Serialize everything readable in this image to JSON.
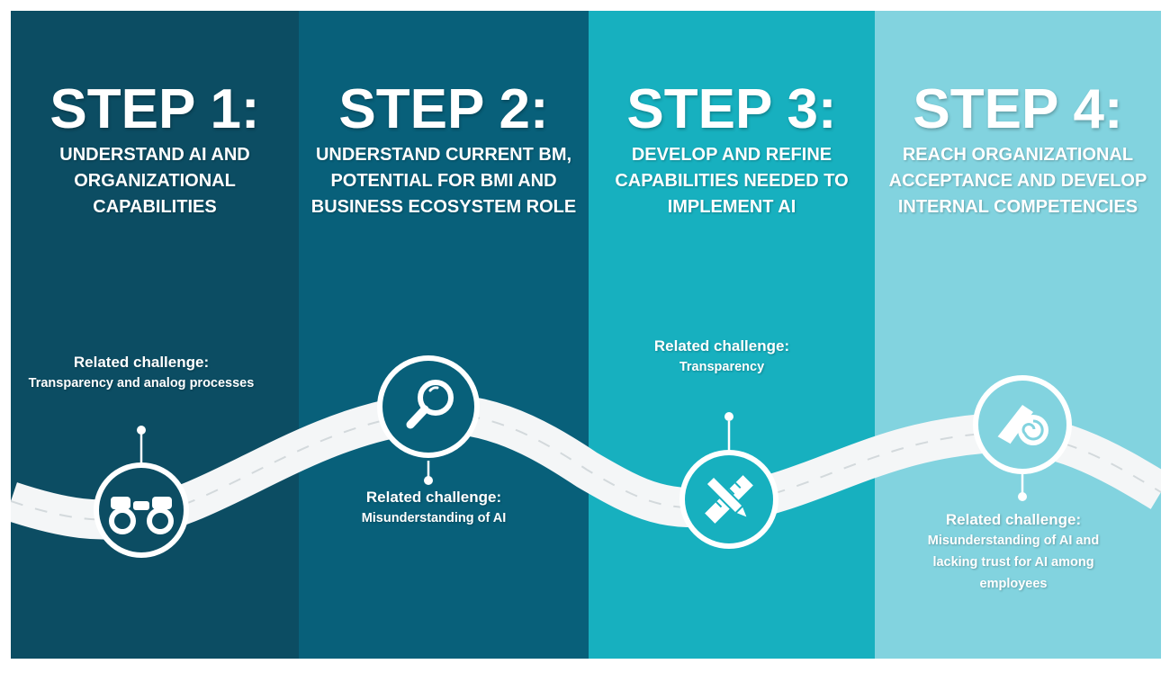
{
  "colors": {
    "step1": "#0c4d63",
    "step2": "#08607a",
    "step3": "#17b0bf",
    "step4": "#82d3df",
    "road": "#f4f6f7",
    "road_dash": "#d6dbdd"
  },
  "steps": [
    {
      "title": "STEP 1:",
      "subtitle": "UNDERSTAND AI AND ORGANIZATIONAL CAPABILITIES",
      "challenge_label": "Related challenge:",
      "challenge_text": "Transparency and analog processes",
      "icon": "binoculars-icon"
    },
    {
      "title": "STEP 2:",
      "subtitle": "UNDERSTAND CURRENT BM, POTENTIAL FOR BMI AND BUSINESS ECOSYSTEM ROLE",
      "challenge_label": "Related challenge:",
      "challenge_text": "Misunderstanding of AI",
      "icon": "magnifier-icon"
    },
    {
      "title": "STEP 3:",
      "subtitle": "DEVELOP AND REFINE CAPABILITIES NEEDED TO IMPLEMENT AI",
      "challenge_label": "Related challenge:",
      "challenge_text": "Transparency",
      "icon": "pencil-ruler-icon"
    },
    {
      "title": "STEP 4:",
      "subtitle": "REACH ORGANIZATIONAL ACCEPTANCE AND DEVELOP INTERNAL COMPETENCIES",
      "challenge_label": "Related challenge:",
      "challenge_text": "Misunderstanding of AI and\nlacking trust for AI among\nemployees",
      "icon": "scroll-icon"
    }
  ]
}
